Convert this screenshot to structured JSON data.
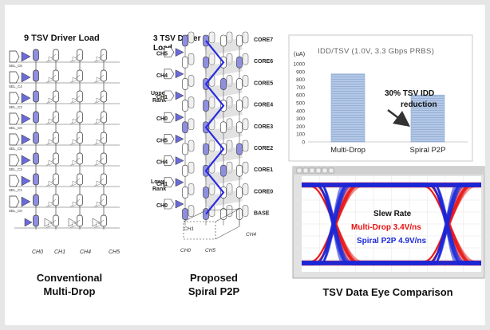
{
  "conventional": {
    "title": "9 TSV Driver Load",
    "sel_labels": [
      "SEL_C6",
      "SEL_C4",
      "SEL_C2",
      "SEL_C0",
      "SEL_C5",
      "SEL_C3",
      "SEL_C1",
      "SEL_C0"
    ],
    "channels": [
      "CH0",
      "CH1",
      "CH4",
      "CH5"
    ],
    "caption_line1": "Conventional",
    "caption_line2": "Multi-Drop"
  },
  "spiral": {
    "title_line1": "3 TSV Driver",
    "title_line2": "Load",
    "upper_rank": [
      "Upper",
      "Rank"
    ],
    "lower_rank": [
      "Lower",
      "Rank"
    ],
    "left_channels": [
      "CH5",
      "CH4",
      "CH1",
      "CH0",
      "CH5",
      "CH4",
      "CH1",
      "CH0"
    ],
    "core_labels": [
      "CORE7",
      "CORE6",
      "CORE5",
      "CORE4",
      "CORE3",
      "CORE2",
      "CORE1",
      "CORE0",
      "BASE"
    ],
    "bottom_labels": [
      "CH0",
      "CH5"
    ],
    "depth_labels": [
      "CH1",
      "CH4"
    ],
    "caption_line1": "Proposed",
    "caption_line2": "Spiral P2P"
  },
  "idd": {
    "title": "IDD/TSV (1.0V, 3.3 Gbps PRBS)",
    "unit": "(uA)",
    "annotation_line1": "30% TSV IDD",
    "annotation_line2": "reduction"
  },
  "chart_data": {
    "type": "bar",
    "title": "IDD/TSV (1.0V, 3.3 Gbps PRBS)",
    "ylabel": "(uA)",
    "categories": [
      "Multi-Drop",
      "Spiral P2P"
    ],
    "values": [
      870,
      600
    ],
    "ylim": [
      0,
      1000
    ],
    "yticks": [
      0,
      100,
      200,
      300,
      400,
      500,
      600,
      700,
      800,
      900,
      1000
    ],
    "bar_color": "#a9bfe0"
  },
  "eye": {
    "slew_title": "Slew Rate",
    "multi_drop_line": "Multi-Drop 3.4V/ns",
    "spiral_line": "Spiral P2P 4.9V/ns",
    "caption": "TSV Data Eye Comparison",
    "multi_color": "#e81010",
    "spiral_color": "#1a28d8"
  }
}
